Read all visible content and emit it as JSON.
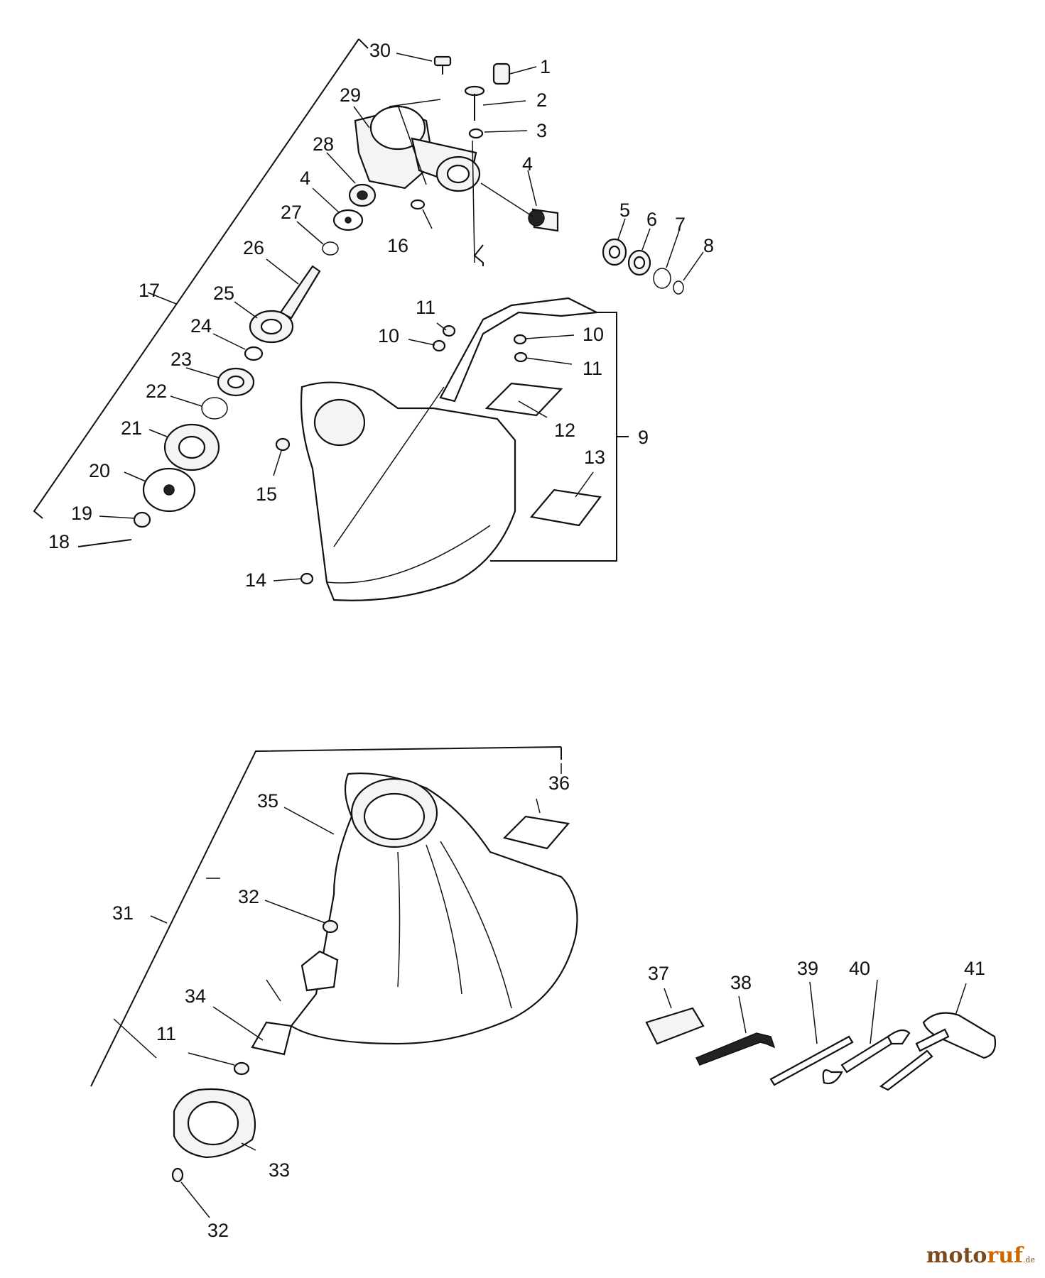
{
  "diagram": {
    "callouts": [
      "1",
      "2",
      "3",
      "4",
      "4",
      "5",
      "6",
      "7",
      "8",
      "9",
      "10",
      "10",
      "11",
      "11",
      "11",
      "12",
      "13",
      "14",
      "15",
      "16",
      "17",
      "18",
      "19",
      "20",
      "21",
      "22",
      "23",
      "24",
      "25",
      "26",
      "27",
      "28",
      "29",
      "30",
      "31",
      "32",
      "32",
      "33",
      "34",
      "35",
      "36",
      "37",
      "38",
      "39",
      "40",
      "41"
    ]
  },
  "watermark": {
    "brand_main": "moto",
    "brand_accent": "ruf",
    "brand_tld": ".de"
  },
  "colors": {
    "line": "#111111",
    "watermark_main": "#7a4a1a",
    "watermark_accent": "#cc6600"
  }
}
